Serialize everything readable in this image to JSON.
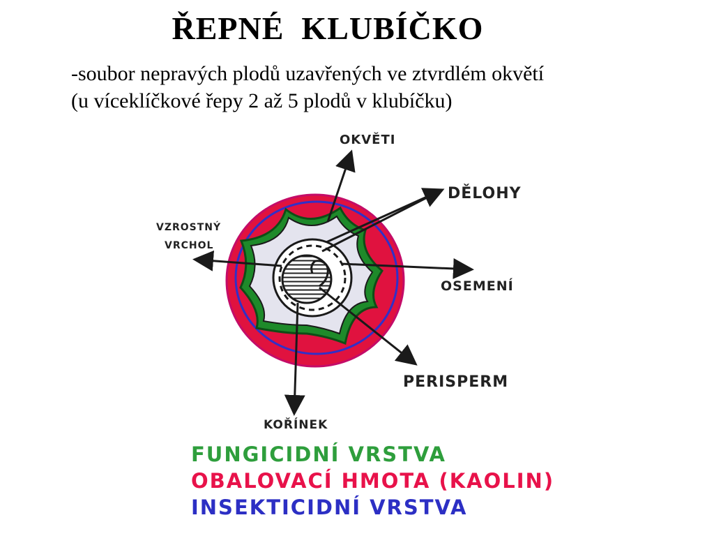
{
  "title": "ŘEPNÉ  KLUBÍČKO",
  "subtitle_lines": [
    "-soubor nepravých plodů uzavřených ve ztvrdlém okvětí",
    "(u víceklíčkové řepy 2 až 5 plodů v klubíčku)"
  ],
  "diagram": {
    "labels": {
      "okveti": "OKVĚTI",
      "delohy": "DĚLOHY",
      "vzrostny_line1": "VZROSTNÝ",
      "vzrostny_line2": "VRCHOL",
      "osemeni": "OSEMENÍ",
      "perisperm": "PERISPERM",
      "korinek": "KOŘÍNEK"
    }
  },
  "legend": [
    {
      "label": "FUNGICIDNÍ VRSTVA",
      "color": "#2e9e3c"
    },
    {
      "label": "OBALOVACÍ HMOTA (KAOLIN)",
      "color": "#e8124a"
    },
    {
      "label": "INSEKTICIDNÍ VRSTVA",
      "color": "#2c2fc4"
    }
  ],
  "colors": {
    "outer_coating": "#e0123f",
    "insecticide_ring": "#3030c8",
    "fungicide_ring": "#1e8a2a",
    "inner_body": "#e4e4ee"
  }
}
